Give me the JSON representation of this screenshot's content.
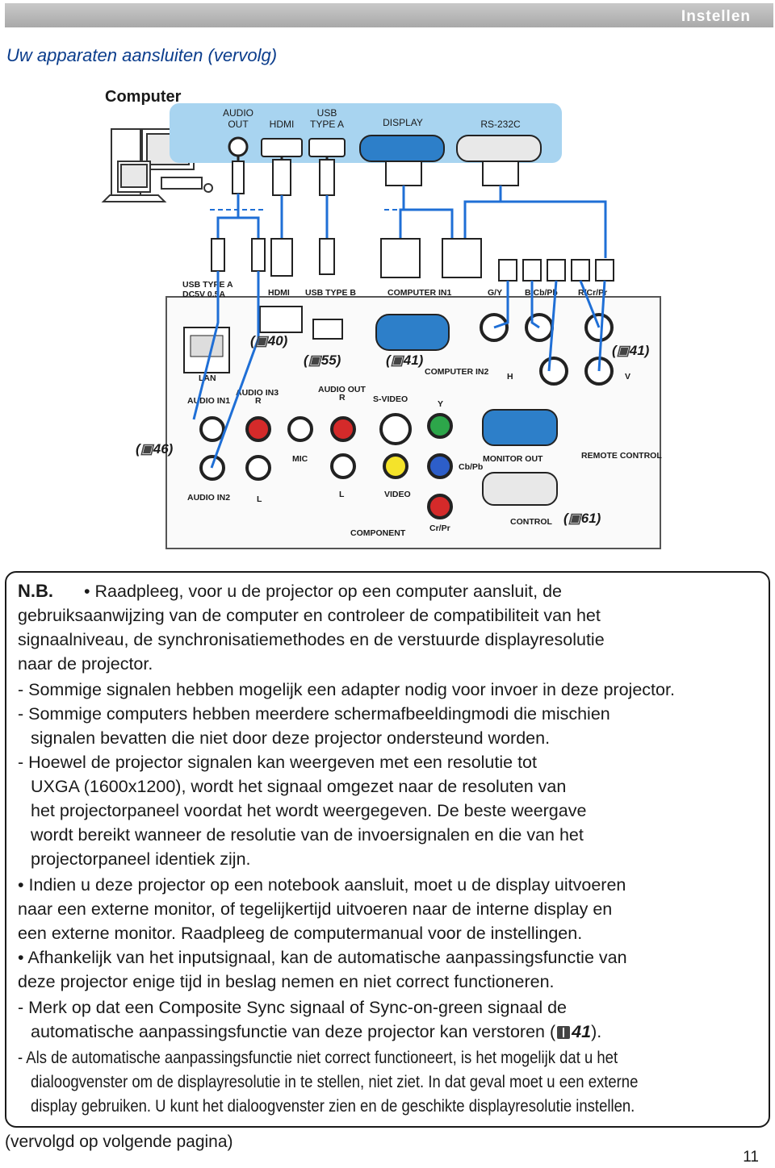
{
  "header": {
    "section": "Instellen"
  },
  "page_title": "Uw apparaten aansluiten (vervolg)",
  "diagram": {
    "computer_label": "Computer",
    "computer_ports": [
      "AUDIO OUT",
      "HDMI",
      "USB TYPE A",
      "DISPLAY",
      "RS-232C"
    ],
    "panel_labels": {
      "usb_type_a": "USB TYPE A",
      "dc": "DC5V 0.5A",
      "hdmi": "HDMI",
      "usb_type_b": "USB TYPE B",
      "computer_in1": "COMPUTER IN1",
      "g_y": "G/Y",
      "b_cb_pb": "B/Cb/Pb",
      "r_cr_pr": "R/Cr/Pr",
      "lan": "LAN",
      "audio_in1": "AUDIO IN1",
      "audio_in3": "AUDIO IN3",
      "audio_in3_r": "R",
      "audio_out": "AUDIO OUT",
      "audio_out_r": "R",
      "s_video": "S-VIDEO",
      "computer_in2": "COMPUTER IN2",
      "h": "H",
      "v": "V",
      "y": "Y",
      "mic": "MIC",
      "cb_pb": "Cb/Pb",
      "monitor_out": "MONITOR OUT",
      "remote_control": "REMOTE CONTROL",
      "audio_in2": "AUDIO IN2",
      "l1": "L",
      "l2": "L",
      "video": "VIDEO",
      "component": "COMPONENT",
      "cr_pr": "Cr/Pr",
      "control": "CONTROL"
    },
    "refs": [
      "40",
      "55",
      "41",
      "41",
      "46",
      "61"
    ]
  },
  "note": {
    "label": "N.B.",
    "lines": [
      "• Raadpleeg, voor u de projector op een computer aansluit, de",
      "gebruiksaanwijzing van de computer en controleer de compatibiliteit van het",
      "signaalniveau, de synchronisatiemethodes en de verstuurde displayresolutie",
      "naar de projector.",
      "- Sommige signalen hebben mogelijk een adapter nodig voor invoer in deze projector.",
      "- Sommige computers hebben meerdere schermafbeeldingmodi die mischien",
      "signalen bevatten die niet door deze projector ondersteund worden.",
      "- Hoewel de projector signalen kan weergeven met een resolutie tot",
      "UXGA (1600x1200), wordt het signaal omgezet naar de resoluten van",
      "het projectorpaneel voordat het wordt weergegeven. De beste weergave",
      "wordt bereikt wanneer de resolutie van de invoersignalen en die van het",
      "projectorpaneel identiek zijn.",
      "• Indien u deze projector op een notebook aansluit, moet u de display uitvoeren",
      "naar een externe monitor, of tegelijkertijd uitvoeren naar de interne display en",
      "een externe monitor. Raadpleeg de computermanual voor de instellingen.",
      "• Afhankelijk van het inputsignaal, kan de automatische aanpassingsfunctie van",
      "deze projector enige tijd in beslag nemen en niet correct functioneren.",
      "- Merk op dat een Composite Sync signaal of Sync-on-green signaal de",
      "automatische aanpassingsfunctie van deze projector kan verstoren (",
      "41",
      ").",
      "- Als de automatische aanpassingsfunctie niet correct functioneert, is het mogelijk dat u het",
      "dialoogvenster om de displayresolutie in te stellen, niet ziet. In dat geval moet u een externe",
      "display gebruiken. U kunt het dialoogvenster zien en de geschikte displayresolutie instellen."
    ]
  },
  "footer": {
    "continued": "(vervolgd op volgende pagina)",
    "page_number": "11"
  },
  "colors": {
    "accent": "#0b3d8c",
    "cable": "#1f6fd6",
    "panel": "#a8d4f0"
  }
}
